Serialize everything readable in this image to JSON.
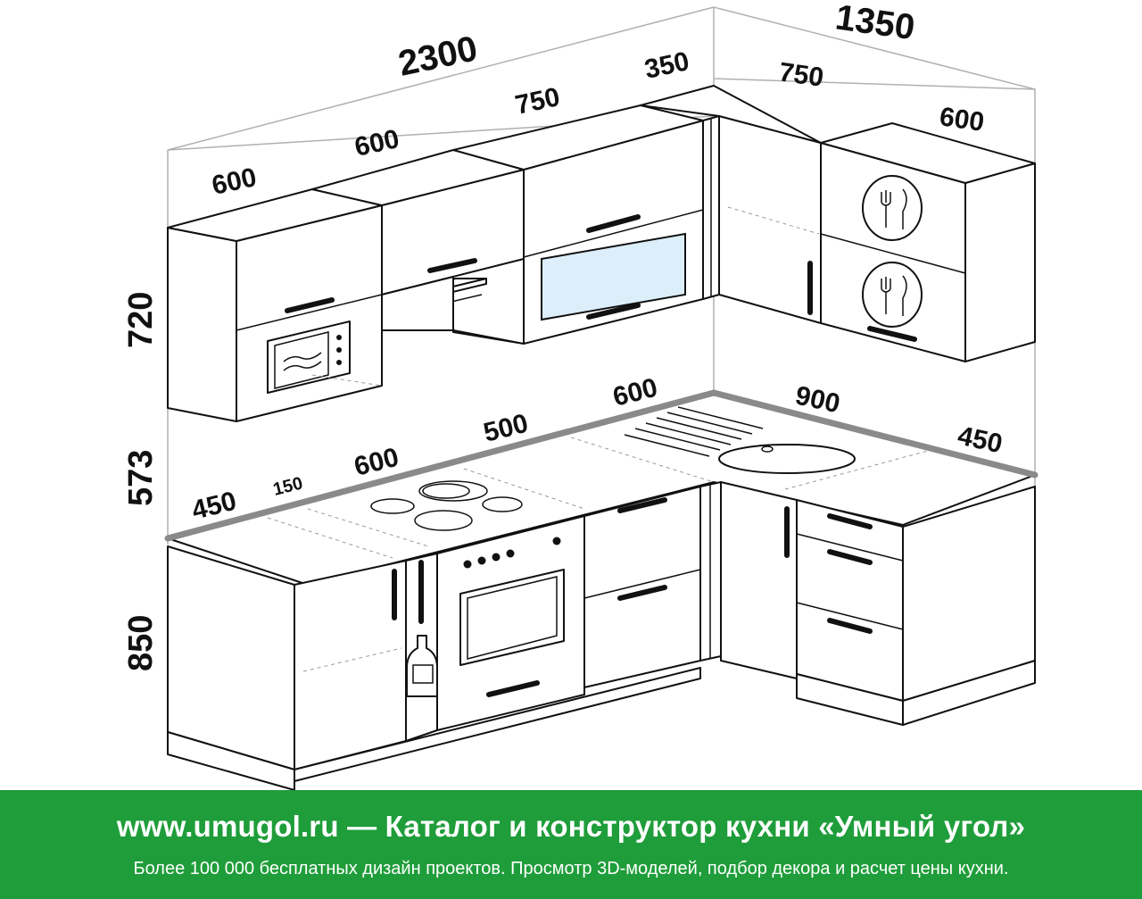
{
  "dimensions": {
    "total_top": "2300",
    "total_right": "1350",
    "upper": [
      "600",
      "600",
      "750",
      "350"
    ],
    "upper_right": [
      "750",
      "600"
    ],
    "base": [
      "450",
      "150",
      "600",
      "500",
      "600"
    ],
    "base_right": [
      "900",
      "450"
    ],
    "heights": [
      "720",
      "573",
      "850"
    ]
  },
  "footer": {
    "title": "www.umugol.ru — Каталог и конструктор кухни «Умный угол»",
    "subtitle": "Более 100 000 бесплатных дизайн проектов. Просмотр 3D-моделей, подбор декора и расчет цены кухни."
  },
  "colors": {
    "footer_bg": "#1f9d3a",
    "glass": "#dceefa",
    "counter_edge": "#8a8a8a"
  }
}
